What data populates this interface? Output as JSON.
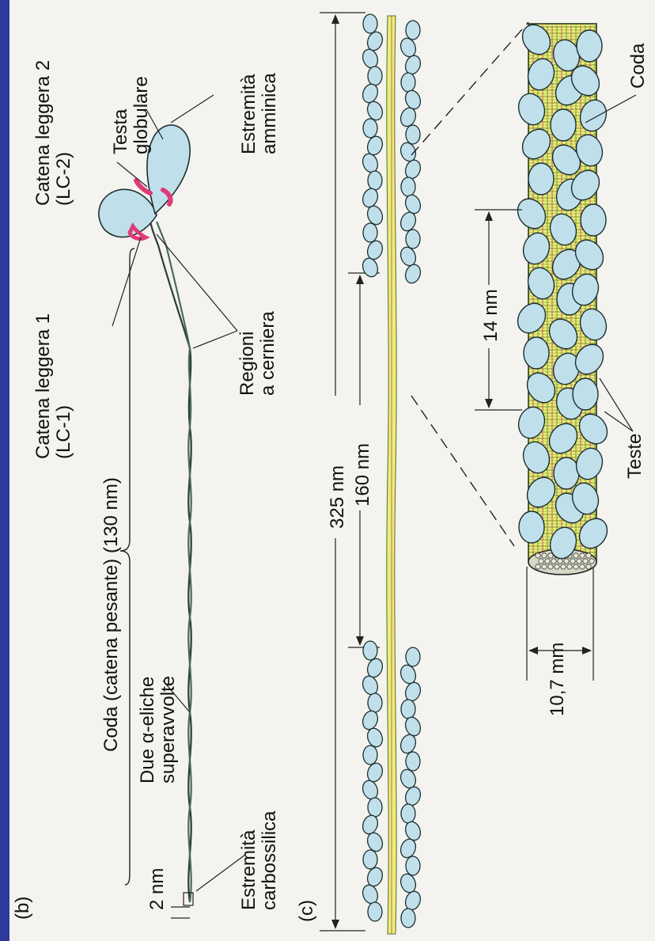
{
  "colors": {
    "border": "#2e3b9c",
    "paper": "#f4f3ef",
    "head": "#bfe0ea",
    "tail": "#e8ef7a",
    "light_chain": "#e03a7a",
    "ink": "#111111"
  },
  "panel_b": {
    "label": "(b)",
    "catena_leggera_2": [
      "Catena leggera 2",
      "(LC-2)"
    ],
    "testa_globulare": [
      "Testa",
      "globulare"
    ],
    "estremita_amminica": [
      "Estremità",
      "amminica"
    ],
    "catena_leggera_1": [
      "Catena leggera 1",
      "(LC-1)"
    ],
    "coda": "Coda (catena pesante) (130 nm)",
    "regioni_cerniera": [
      "Regioni",
      "a cerniera"
    ],
    "due_alfa_eliche": [
      "Due α-eliche",
      "superavvolte"
    ],
    "scale_2nm": "2 nm",
    "estremita_carbossilica": [
      "Estremità",
      "carbossilica"
    ]
  },
  "panel_c": {
    "label": "(c)",
    "dim_325": "325 nm",
    "dim_160": "160 nm",
    "dim_14": "14 nm",
    "dim_10_7": "10,7 mm",
    "teste": "Teste",
    "coda": "Coda"
  }
}
